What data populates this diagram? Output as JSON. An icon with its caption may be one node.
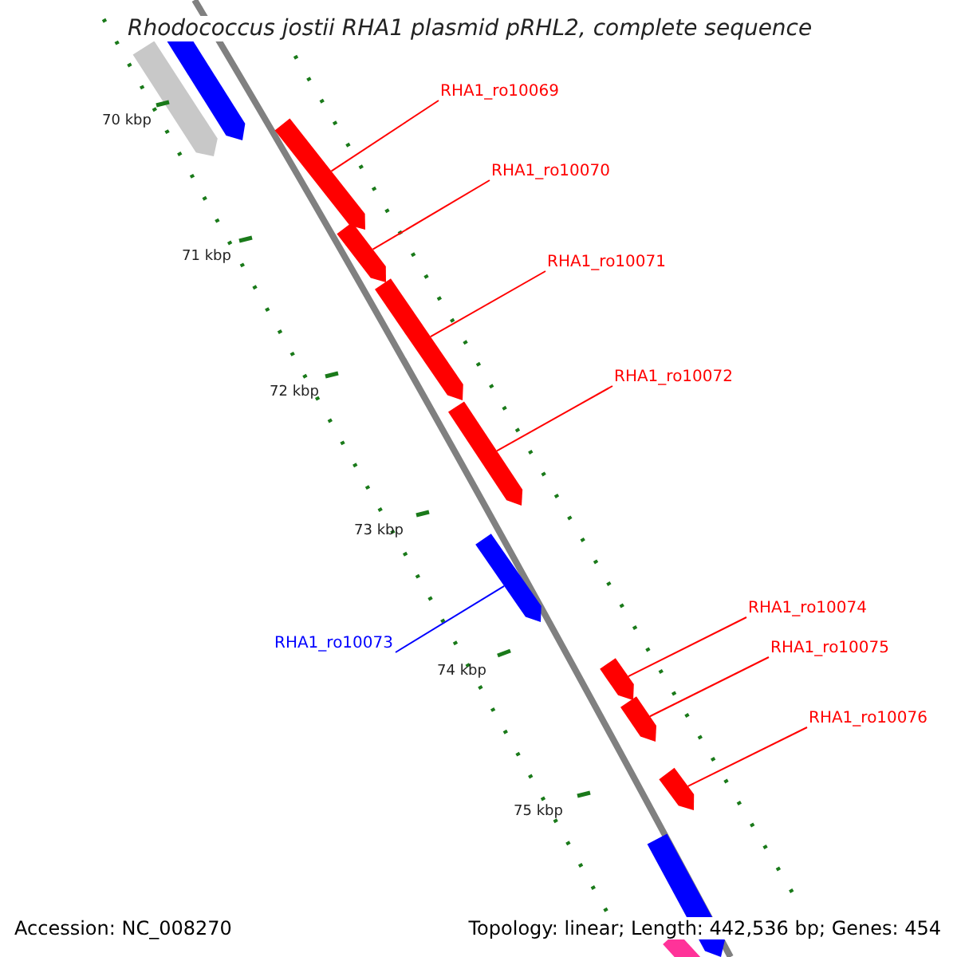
{
  "diagram": {
    "title": "Rhodococcus jostii RHA1 plasmid pRHL2, complete sequence",
    "nodes": [
      {
        "text": [
          "RHA1_ro10069"
        ]
      },
      {
        "text": [],
        "shape": "bar"
      },
      {
        "text": [
          "RHA1_ro10070"
        ]
      },
      {
        "text": [],
        "shape": "bar"
      },
      {
        "text": [
          "RHA1_ro10071"
        ]
      },
      {
        "text": [],
        "shape": "bar"
      },
      {
        "text": [
          "RHA1_ro10072"
        ]
      },
      {
        "text": [],
        "shape": "bar"
      },
      {
        "text": [
          "RHA1_ro10073"
        ]
      },
      {
        "text": [],
        "shape": "bar"
      },
      {
        "text": [
          "RHA1_ro10074"
        ]
      },
      {
        "text": [],
        "shape": "bar"
      },
      {
        "text": [
          "RHA1_ro10075"
        ]
      },
      {
        "text": [],
        "shape": "bar"
      },
      {
        "text": [
          "RHA1_ro10076"
        ]
      },
      {
        "text": [],
        "shape": "bar"
      }
    ],
    "edges": [
      {
        "from": 0,
        "to": 1,
        "arrow": "none"
      },
      {
        "from": 2,
        "to": 3,
        "arrow": "none"
      },
      {
        "from": 4,
        "to": 5,
        "arrow": "none"
      },
      {
        "from": 6,
        "to": 7,
        "arrow": "none"
      },
      {
        "from": 8,
        "to": 9,
        "arrow": "none",
        "color": "#0000ff"
      },
      {
        "from": 10,
        "to": 11,
        "arrow": "none"
      },
      {
        "from": 12,
        "to": 13,
        "arrow": "none"
      },
      {
        "from": 14,
        "to": 15,
        "arrow": "none"
      }
    ],
    "labels": [
      "70 kbp",
      "71 kbp",
      "72 kbp",
      "73 kbp",
      "74 kbp",
      "75 kbp",
      "Accession: NC_008270",
      "Topology: linear; Length: 442,536 bp; Genes: 454"
    ]
  }
}
